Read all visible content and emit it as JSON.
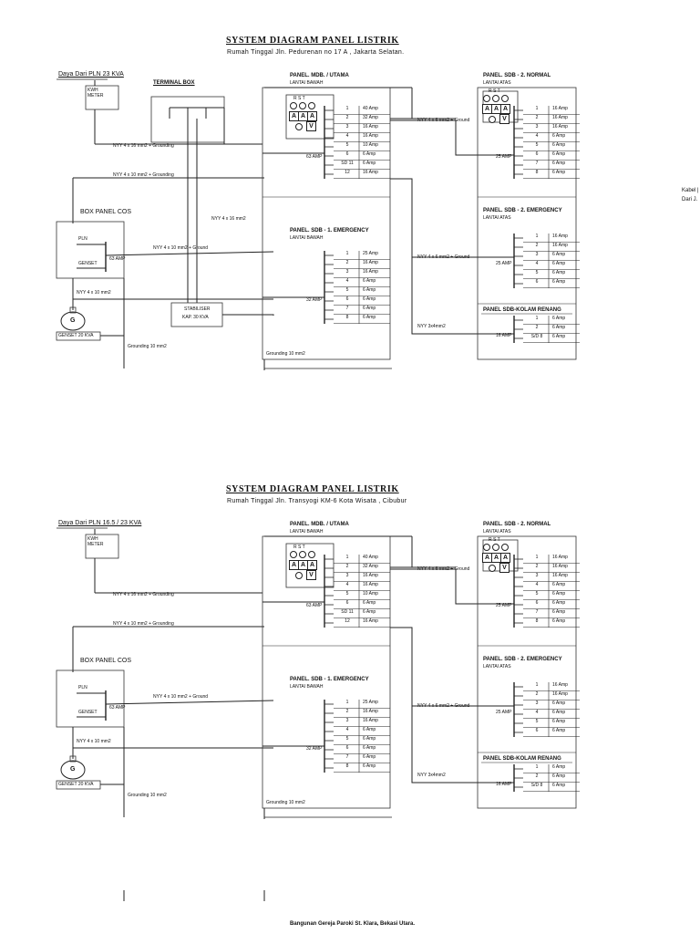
{
  "diagrams": [
    {
      "title": "SYSTEM DIAGRAM PANEL LISTRIK",
      "subtitle": "Rumah Tinggal Jln. Pedurenan no 17 A , Jakarta Selatan.",
      "supply_label": "Daya Dari PLN  23  KVA",
      "kwh_meter": "KWH METER",
      "terminal_box": "TERMINAL BOX",
      "box_panel_cos": "BOX PANEL COS",
      "pln": "PLN",
      "genset": "GENSET",
      "genset_size": "GENSET 20 KVA",
      "g": "G",
      "amp_63_cos": "63 AMP",
      "cable_nyy16_ground": "NYY 4 x 16 mm2 + Grounding",
      "cable_nyy10_ground": "NYY 4 x 10 mm2 + Grounding",
      "cable_nyy10_ground_b": "NYY 4 x 10 mm2 + Ground",
      "cable_nyy10": "NYY 4 x 10 mm2",
      "cable_nyy16": "NYY 4 x 16 mm2",
      "cable_nyy6": "NYY 4 x 6 mm2 + Ground",
      "cable_nyy3": "NYY 3x4mm2",
      "stabiliser": "STABILISER",
      "stabiliser_kap": "KAP. 30 KVA",
      "grounding_a": "Grounding 10 mm2",
      "grounding_b": "Grounding 10 mm2",
      "mdb": {
        "title": "PANEL.  MDB. / UTAMA",
        "sub": "LANTAI BAWAH",
        "rst": "R S T",
        "amp": "63 AMP",
        "rows": [
          {
            "n": "1",
            "a": "40 Amp"
          },
          {
            "n": "2",
            "a": "32 Amp"
          },
          {
            "n": "3",
            "a": "16 Amp"
          },
          {
            "n": "4",
            "a": "16 Amp"
          },
          {
            "n": "5",
            "a": "10 Amp"
          },
          {
            "n": "6",
            "a": "6 Amp"
          },
          {
            "n": "SD 11",
            "a": "6 Amp"
          },
          {
            "n": "12",
            "a": "16 Amp"
          }
        ]
      },
      "sdb1": {
        "title": "PANEL.  SDB - 1. EMERGENCY",
        "sub": "LANTAI BAWAH",
        "amp": "32 AMP",
        "rows": [
          {
            "n": "1",
            "a": "25 Amp"
          },
          {
            "n": "2",
            "a": "16 Amp"
          },
          {
            "n": "3",
            "a": "16 Amp"
          },
          {
            "n": "4",
            "a": "6 Amp"
          },
          {
            "n": "5",
            "a": "6 Amp"
          },
          {
            "n": "6",
            "a": "6 Amp"
          },
          {
            "n": "7",
            "a": "6 Amp"
          },
          {
            "n": "8",
            "a": "6 Amp"
          }
        ]
      },
      "sdb2n": {
        "title": "PANEL.  SDB - 2. NORMAL",
        "sub": "LANTAI ATAS",
        "rst": "R S T",
        "amp": "25 AMP",
        "rows": [
          {
            "n": "1",
            "a": "16 Amp"
          },
          {
            "n": "2",
            "a": "16 Amp"
          },
          {
            "n": "3",
            "a": "16 Amp"
          },
          {
            "n": "4",
            "a": "6 Amp"
          },
          {
            "n": "5",
            "a": "6 Amp"
          },
          {
            "n": "6",
            "a": "6 Amp"
          },
          {
            "n": "7",
            "a": "6 Amp"
          },
          {
            "n": "8",
            "a": "6 Amp"
          }
        ]
      },
      "sdb2e": {
        "title": "PANEL.  SDB - 2. EMERGENCY",
        "sub": "LANTAI ATAS",
        "amp": "25 AMP",
        "rows": [
          {
            "n": "1",
            "a": "16 Amp"
          },
          {
            "n": "2",
            "a": "16 Amp"
          },
          {
            "n": "3",
            "a": "6 Amp"
          },
          {
            "n": "4",
            "a": "6 Amp"
          },
          {
            "n": "5",
            "a": "6 Amp"
          },
          {
            "n": "6",
            "a": "6 Amp"
          }
        ]
      },
      "pool": {
        "title": "PANEL SDB-KOLAM RENANG",
        "amp": "16 AMP",
        "rows": [
          {
            "n": "1",
            "a": "6 Amp"
          },
          {
            "n": "2",
            "a": "6 Amp"
          },
          {
            "n": "S/D 8",
            "a": "6 Amp"
          }
        ]
      },
      "side_note_1": "Kabel |",
      "side_note_2": "Dari J."
    },
    {
      "title": "SYSTEM DIAGRAM PANEL LISTRIK",
      "subtitle": "Rumah Tinggal Jln. Transyogi KM-6  Kota Wisata , Cibubur",
      "supply_label": "Daya Dari PLN  16.5 / 23  KVA",
      "kwh_meter": "KWH METER",
      "box_panel_cos": "BOX PANEL COS",
      "pln": "PLN",
      "genset": "GENSET",
      "genset_size": "GENSET 20 KVA",
      "g": "G",
      "amp_63_cos": "63 AMP",
      "cable_nyy16_ground": "NYY 4 x 16 mm2 + Grounding",
      "cable_nyy10_ground": "NYY 4 x 10 mm2 + Grounding",
      "cable_nyy10_ground_b": "NYY 4 x 10 mm2 + Ground",
      "cable_nyy10": "NYY 4 x 10 mm2",
      "cable_nyy6": "NYY 4 x 6 mm2 + Ground",
      "cable_nyy3": "NYY 3x4mm2",
      "grounding_a": "Grounding 10 mm2",
      "grounding_b": "Grounding 10 mm2",
      "mdb": {
        "title": "PANEL.  MDB. / UTAMA",
        "sub": "LANTAI BAWAH",
        "rst": "R S T",
        "amp": "63 AMP",
        "rows": [
          {
            "n": "1",
            "a": "40 Amp"
          },
          {
            "n": "2",
            "a": "32 Amp"
          },
          {
            "n": "3",
            "a": "16 Amp"
          },
          {
            "n": "4",
            "a": "16 Amp"
          },
          {
            "n": "5",
            "a": "10 Amp"
          },
          {
            "n": "6",
            "a": "6 Amp"
          },
          {
            "n": "SD 11",
            "a": "6 Amp"
          },
          {
            "n": "12",
            "a": "16 Amp"
          }
        ]
      },
      "sdb1": {
        "title": "PANEL.  SDB - 1. EMERGENCY",
        "sub": "LANTAI BAWAH",
        "amp": "32 AMP",
        "rows": [
          {
            "n": "1",
            "a": "25 Amp"
          },
          {
            "n": "2",
            "a": "16 Amp"
          },
          {
            "n": "3",
            "a": "16 Amp"
          },
          {
            "n": "4",
            "a": "6 Amp"
          },
          {
            "n": "5",
            "a": "6 Amp"
          },
          {
            "n": "6",
            "a": "6 Amp"
          },
          {
            "n": "7",
            "a": "6 Amp"
          },
          {
            "n": "8",
            "a": "6 Amp"
          }
        ]
      },
      "sdb2n": {
        "title": "PANEL.  SDB - 2. NORMAL",
        "sub": "LANTAI ATAS",
        "rst": "R S T",
        "amp": "25 AMP",
        "rows": [
          {
            "n": "1",
            "a": "16 Amp"
          },
          {
            "n": "2",
            "a": "16 Amp"
          },
          {
            "n": "3",
            "a": "16 Amp"
          },
          {
            "n": "4",
            "a": "6 Amp"
          },
          {
            "n": "5",
            "a": "6 Amp"
          },
          {
            "n": "6",
            "a": "6 Amp"
          },
          {
            "n": "7",
            "a": "6 Amp"
          },
          {
            "n": "8",
            "a": "6 Amp"
          }
        ]
      },
      "sdb2e": {
        "title": "PANEL.  SDB - 2. EMERGENCY",
        "sub": "LANTAI ATAS",
        "amp": "25 AMP",
        "rows": [
          {
            "n": "1",
            "a": "16 Amp"
          },
          {
            "n": "2",
            "a": "16 Amp"
          },
          {
            "n": "3",
            "a": "6 Amp"
          },
          {
            "n": "4",
            "a": "6 Amp"
          },
          {
            "n": "5",
            "a": "6 Amp"
          },
          {
            "n": "6",
            "a": "6 Amp"
          }
        ]
      },
      "pool": {
        "title": "PANEL SDB-KOLAM RENANG",
        "amp": "16 AMP",
        "rows": [
          {
            "n": "1",
            "a": "6 Amp"
          },
          {
            "n": "2",
            "a": "6 Amp"
          },
          {
            "n": "S/D 8",
            "a": "6 Amp"
          }
        ]
      }
    }
  ],
  "footer": "Bangunan Gereja Paroki St. Klara, Bekasi Utara."
}
